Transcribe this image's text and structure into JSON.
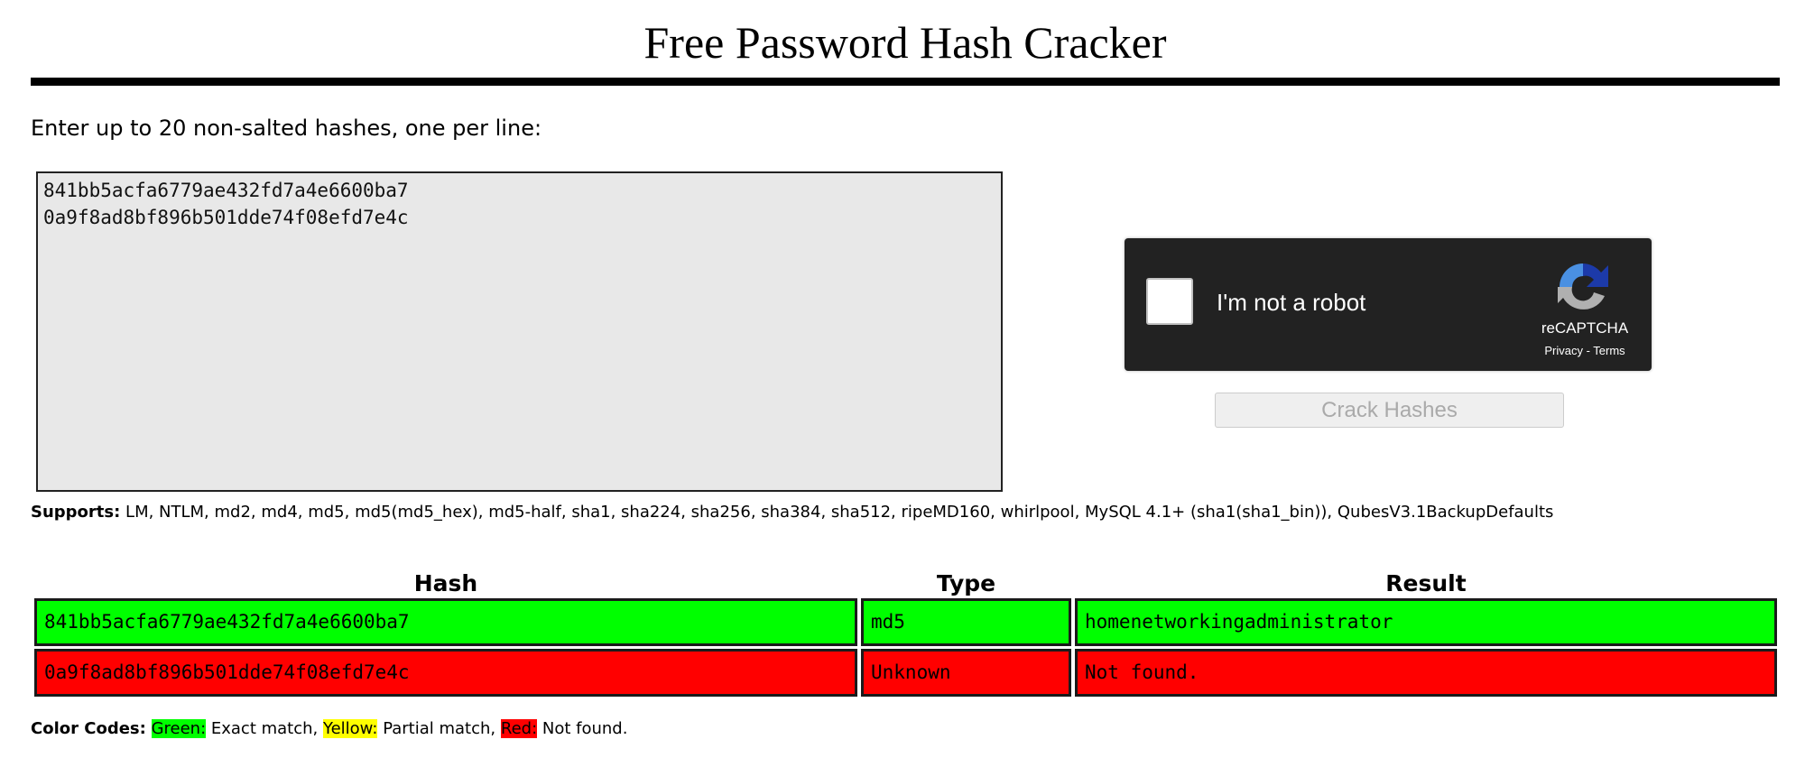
{
  "title": "Free Password Hash Cracker",
  "prompt": "Enter up to 20 non-salted hashes, one per line:",
  "textarea_value": "841bb5acfa6779ae432fd7a4e6600ba7\n0a9f8ad8bf896b501dde74f08efd7e4c",
  "captcha": {
    "label": "I'm not a robot",
    "brand": "reCAPTCHA",
    "privacy": "Privacy",
    "separator": " - ",
    "terms": "Terms"
  },
  "crack_button": "Crack Hashes",
  "supports": {
    "label": "Supports:",
    "text": " LM, NTLM, md2, md4, md5, md5(md5_hex), md5-half, sha1, sha224, sha256, sha384, sha512, ripeMD160, whirlpool, MySQL 4.1+ (sha1(sha1_bin)), QubesV3.1BackupDefaults"
  },
  "table": {
    "headers": [
      "Hash",
      "Type",
      "Result"
    ],
    "rows": [
      {
        "hash": "841bb5acfa6779ae432fd7a4e6600ba7",
        "type": "md5",
        "result": "homenetworkingadministrator",
        "status": "green"
      },
      {
        "hash": "0a9f8ad8bf896b501dde74f08efd7e4c",
        "type": "Unknown",
        "result": "Not found.",
        "status": "red"
      }
    ]
  },
  "color_codes": {
    "label": "Color Codes:",
    "green": "Green:",
    "green_desc": " Exact match, ",
    "yellow": "Yellow:",
    "yellow_desc": " Partial match, ",
    "red": "Red:",
    "red_desc": " Not found."
  },
  "colors": {
    "green": "#00ff00",
    "yellow": "#ffff00",
    "red": "#ff0000",
    "captcha_bg": "#222222"
  }
}
